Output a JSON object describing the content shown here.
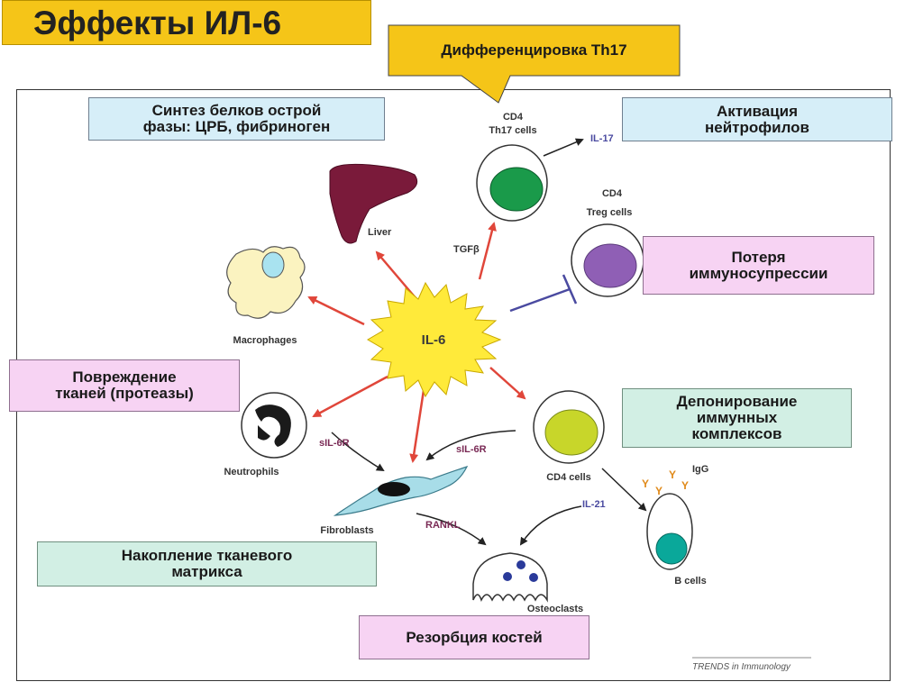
{
  "title": "Эффекты ИЛ-6",
  "center_label": "IL-6",
  "callout": "Дифференцировка Th17",
  "boxes": {
    "acute_phase": [
      "Синтез белков острой",
      "фазы: ЦРБ, фибриноген"
    ],
    "neutrophil_activation": [
      "Активация",
      "нейтрофилов"
    ],
    "immunosuppression_loss": [
      "Потеря",
      "иммуносупрессии"
    ],
    "tissue_damage": [
      "Повреждение",
      "тканей (протеазы)"
    ],
    "immune_complex": [
      "Депонирование",
      "иммунных",
      "комплексов"
    ],
    "matrix_accumulation": [
      "Накопление тканевого",
      "матрикса"
    ],
    "bone_resorption": [
      "Резорбция костей"
    ]
  },
  "cells": {
    "th17_line1": "CD4",
    "th17_line2": "Th17 cells",
    "treg_line1": "CD4",
    "treg_line2": "Treg cells",
    "liver": "Liver",
    "macrophages": "Macrophages",
    "neutrophils": "Neutrophils",
    "fibroblasts": "Fibroblasts",
    "cd4": "CD4 cells",
    "b_cells": "B cells",
    "osteoclasts": "Osteoclasts"
  },
  "mediators": {
    "il17": "IL-17",
    "tgfb": "TGFβ",
    "sil6r_left": "sIL-6R",
    "sil6r_right": "sIL-6R",
    "rankl": "RANKL",
    "il21": "IL-21",
    "igg": "IgG",
    "antibody_glyph": "Y"
  },
  "credit": "TRENDS in Immunology",
  "colors": {
    "title_bg": "#f5c518",
    "arrow_red": "#e0463a",
    "liver": "#7a1a3a",
    "th17_nucleus": "#1a9a4a",
    "treg_nucleus": "#8f5fb5",
    "cd4_nucleus": "#c8d62a",
    "bcell_nucleus": "#0aa89a",
    "burst": "#ffea3a",
    "fibroblast": "#a8dde8",
    "macrophage": "#fbf3c0",
    "mediator_blue": "#4a4aa0",
    "mediator_purple": "#7a2a55"
  }
}
